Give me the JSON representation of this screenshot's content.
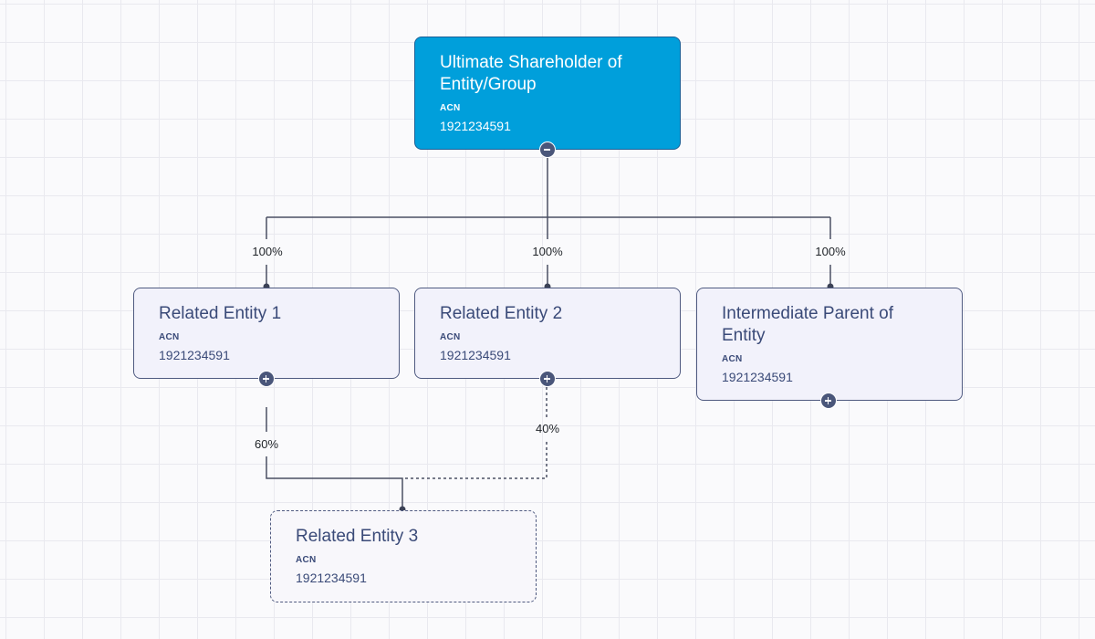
{
  "nodes": {
    "ultimate": {
      "title": "Ultimate Shareholder of Entity/Group",
      "acn_label": "ACN",
      "acn": "1921234591",
      "toggle": "collapse"
    },
    "related1": {
      "title": "Related Entity 1",
      "acn_label": "ACN",
      "acn": "1921234591",
      "toggle": "expand"
    },
    "related2": {
      "title": "Related Entity 2",
      "acn_label": "ACN",
      "acn": "1921234591",
      "toggle": "expand"
    },
    "intermediate": {
      "title": "Intermediate Parent of Entity",
      "acn_label": "ACN",
      "acn": "1921234591",
      "toggle": "expand"
    },
    "related3": {
      "title": "Related Entity 3",
      "acn_label": "ACN",
      "acn": "1921234591"
    }
  },
  "edges": [
    {
      "from": "ultimate",
      "to": "related1",
      "percent": "100%",
      "style": "solid"
    },
    {
      "from": "ultimate",
      "to": "related2",
      "percent": "100%",
      "style": "solid"
    },
    {
      "from": "ultimate",
      "to": "intermediate",
      "percent": "100%",
      "style": "solid"
    },
    {
      "from": "related1",
      "to": "related3",
      "percent": "60%",
      "style": "solid"
    },
    {
      "from": "related2",
      "to": "related3",
      "percent": "40%",
      "style": "dashed"
    }
  ],
  "colors": {
    "root_fill": "#009fdb",
    "node_fill": "#f2f2fb",
    "node_border": "#4f5a80",
    "connector": "#4a4f63",
    "toggle": "#4a567a"
  }
}
